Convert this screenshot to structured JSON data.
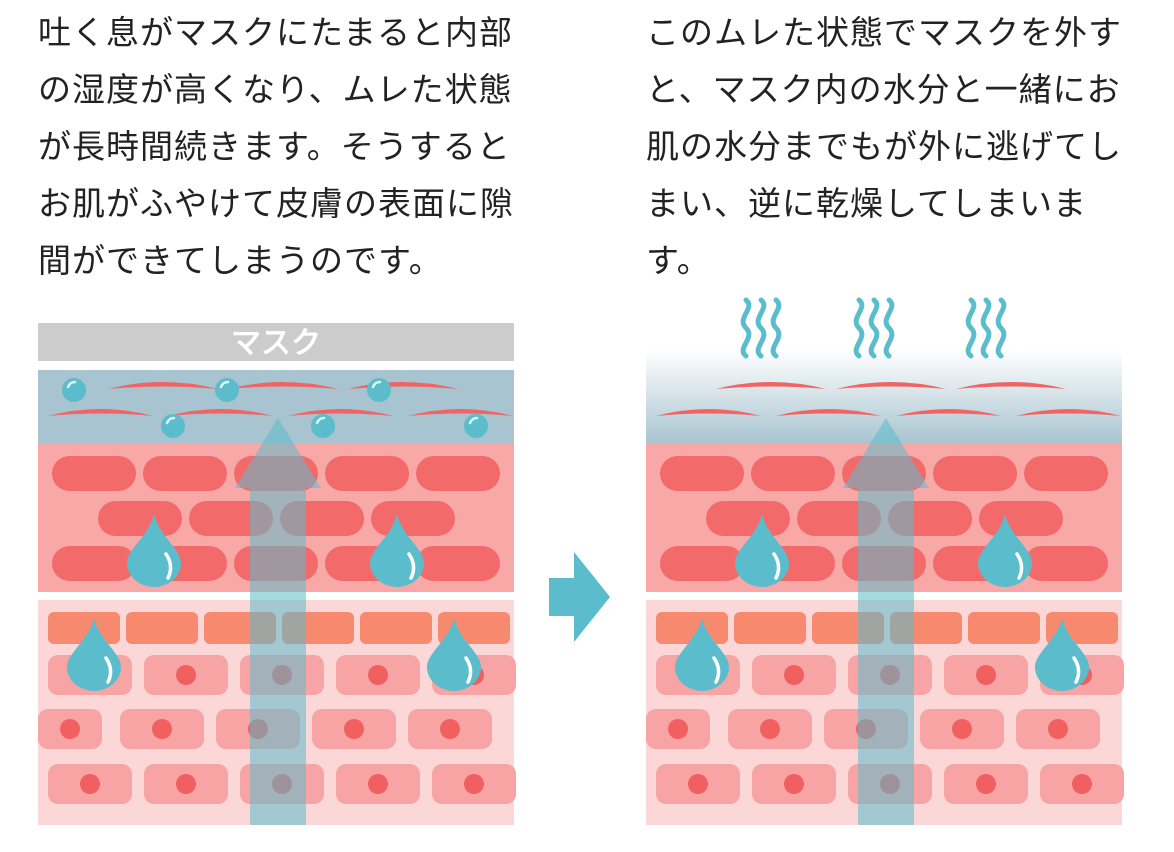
{
  "left_panel": {
    "text_lines": [
      "吐く息がマスクにたまると内部",
      "の湿度が高くなり、ムレた状態",
      "が長時間続きます。そうすると",
      "お肌がふやけて皮膚の表面に隙",
      "間ができてしまうのです。"
    ],
    "mask_label": "マスク"
  },
  "right_panel": {
    "text_lines": [
      "このムレた状態でマスクを外す",
      "と、マスク内の水分と一緒にお",
      "肌の水分までもが外に逃げてし",
      "まい、逆に乾燥してしまいま",
      "す。"
    ]
  },
  "colors": {
    "mask_bar": "#cccccc",
    "stratum": "#a8c4d0",
    "scale": "#f06464",
    "epidermis": "#f9a8a8",
    "epi_cell": "#f36a6a",
    "dermis": "#fcd7d7",
    "orange_cell": "#f78a6e",
    "derm_cell": "#f8a4a4",
    "nucleus": "#f06060",
    "water": "#5bbccc",
    "arrow": "#5bbccc"
  },
  "icons": {
    "transition_arrow": "arrow-right-icon",
    "water_drop": "water-drop-icon",
    "evaporation": "steam-wave-icon"
  }
}
